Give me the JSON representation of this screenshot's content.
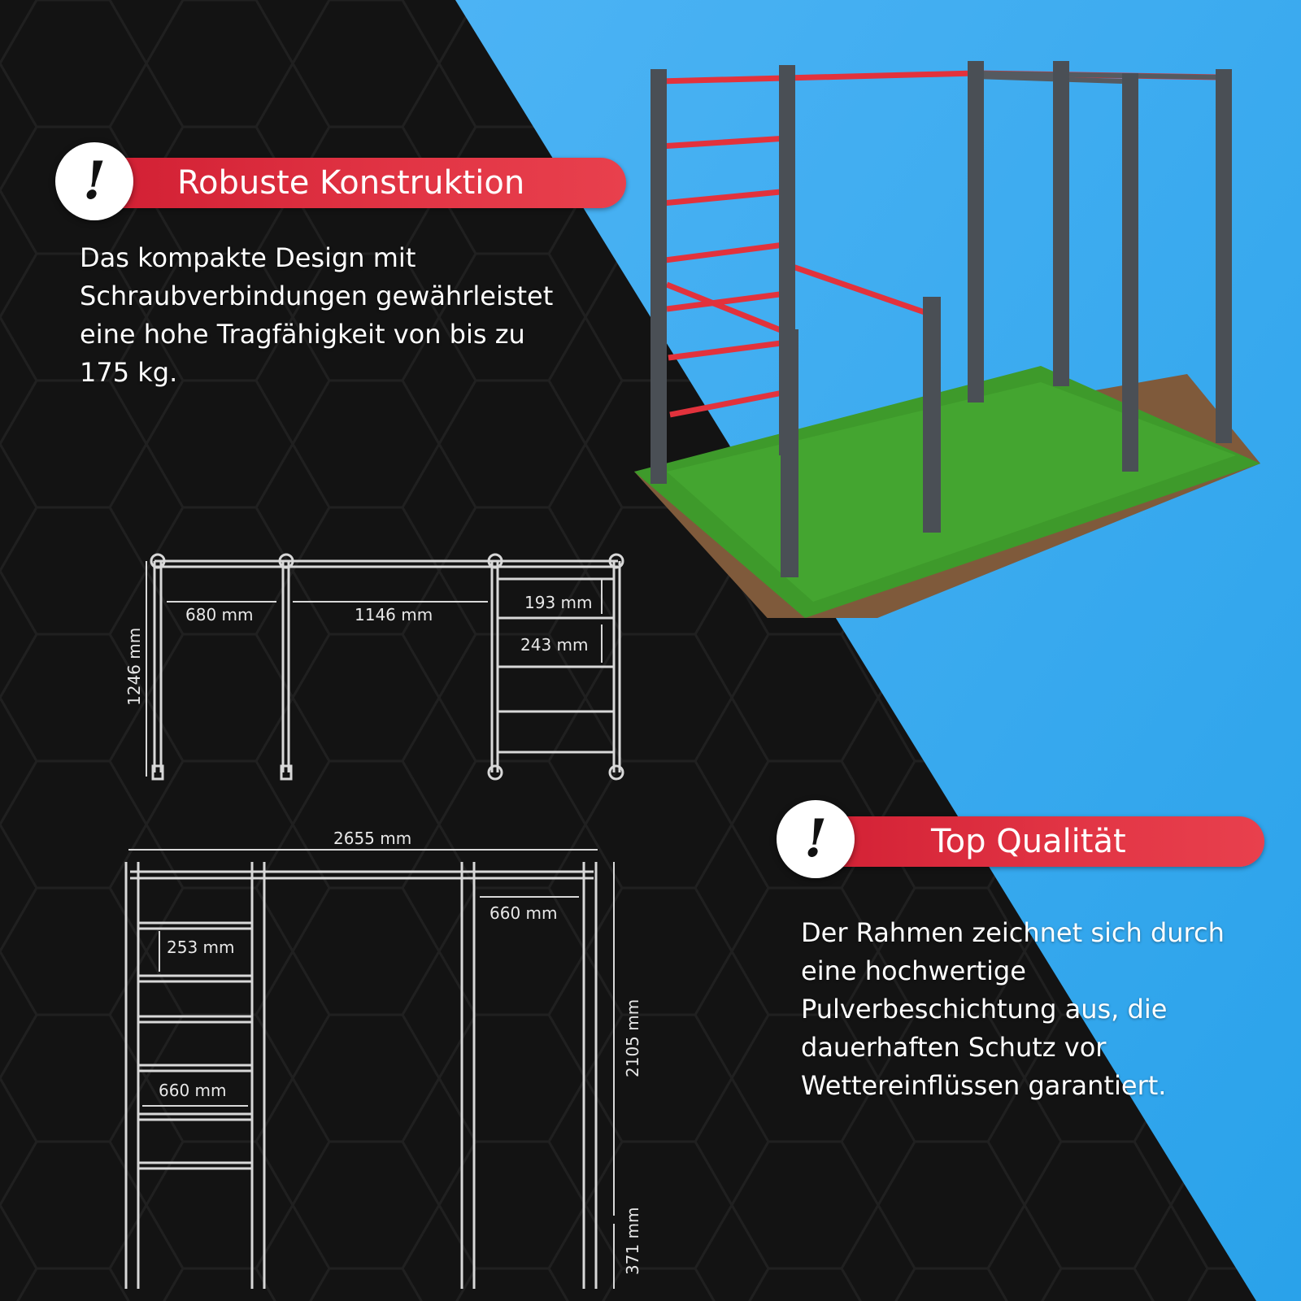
{
  "features": [
    {
      "icon": "exclamation-icon",
      "title": "Robuste Konstruktion",
      "text_lines": [
        "Das kompakte Design mit",
        "Schraubverbindungen gewährleistet",
        "eine hohe Tragfähigkeit von bis zu",
        "175 kg."
      ]
    },
    {
      "icon": "exclamation-icon",
      "title": "Top Qualität",
      "text_lines": [
        "Der Rahmen zeichnet sich durch",
        "eine hochwertige",
        "Pulverbeschichtung aus, die",
        "dauerhaften Schutz vor",
        "Wettereinflüssen garantiert."
      ]
    }
  ],
  "top_view": {
    "dim_680": "680 mm",
    "dim_1146": "1146 mm",
    "dim_193": "193 mm",
    "dim_243": "243 mm",
    "dim_1246": "1246 mm"
  },
  "front_view": {
    "dim_2655": "2655 mm",
    "dim_660_top": "660 mm",
    "dim_253": "253 mm",
    "dim_660_bottom": "660 mm",
    "dim_2105": "2105 mm",
    "dim_371": "371 mm"
  },
  "colors": {
    "background_dark": "#141414",
    "background_blue": "#3aa8ee",
    "accent_red": "#e23545",
    "frame_grey": "#4a4f55",
    "grass": "#3f9a2a",
    "soil": "#8a6040"
  }
}
